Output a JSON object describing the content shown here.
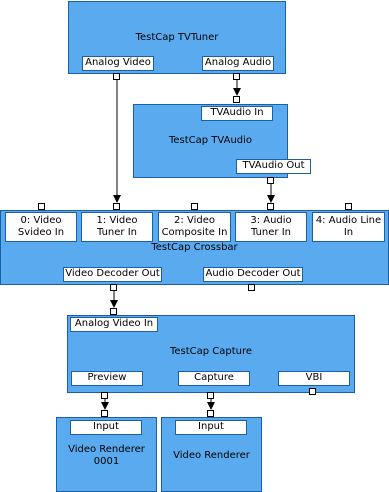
{
  "filters": {
    "tvtuner": {
      "title": "TestCap TVTuner",
      "pins": {
        "analog_video": "Analog Video",
        "analog_audio": "Analog Audio"
      }
    },
    "tvaudio": {
      "title": "TestCap TVAudio",
      "pins": {
        "in": "TVAudio In",
        "out": "TVAudio Out"
      }
    },
    "crossbar": {
      "title": "TestCap Crossbar",
      "inputs": [
        {
          "line1": "0: Video",
          "line2": "Svideo In"
        },
        {
          "line1": "1: Video",
          "line2": "Tuner In"
        },
        {
          "line1": "2: Video",
          "line2": "Composite In"
        },
        {
          "line1": "3: Audio",
          "line2": "Tuner In"
        },
        {
          "line1": "4: Audio Line",
          "line2": "In"
        }
      ],
      "outputs": {
        "video": "Video Decoder Out",
        "audio": "Audio Decoder Out"
      }
    },
    "capture": {
      "title": "TestCap Capture",
      "pins": {
        "in": "Analog Video In",
        "preview": "Preview",
        "capture": "Capture",
        "vbi": "VBI"
      }
    },
    "renderer1": {
      "title_line1": "Video Renderer",
      "title_line2": "0001",
      "pin": "Input"
    },
    "renderer2": {
      "title": "Video Renderer",
      "pin": "Input"
    }
  }
}
